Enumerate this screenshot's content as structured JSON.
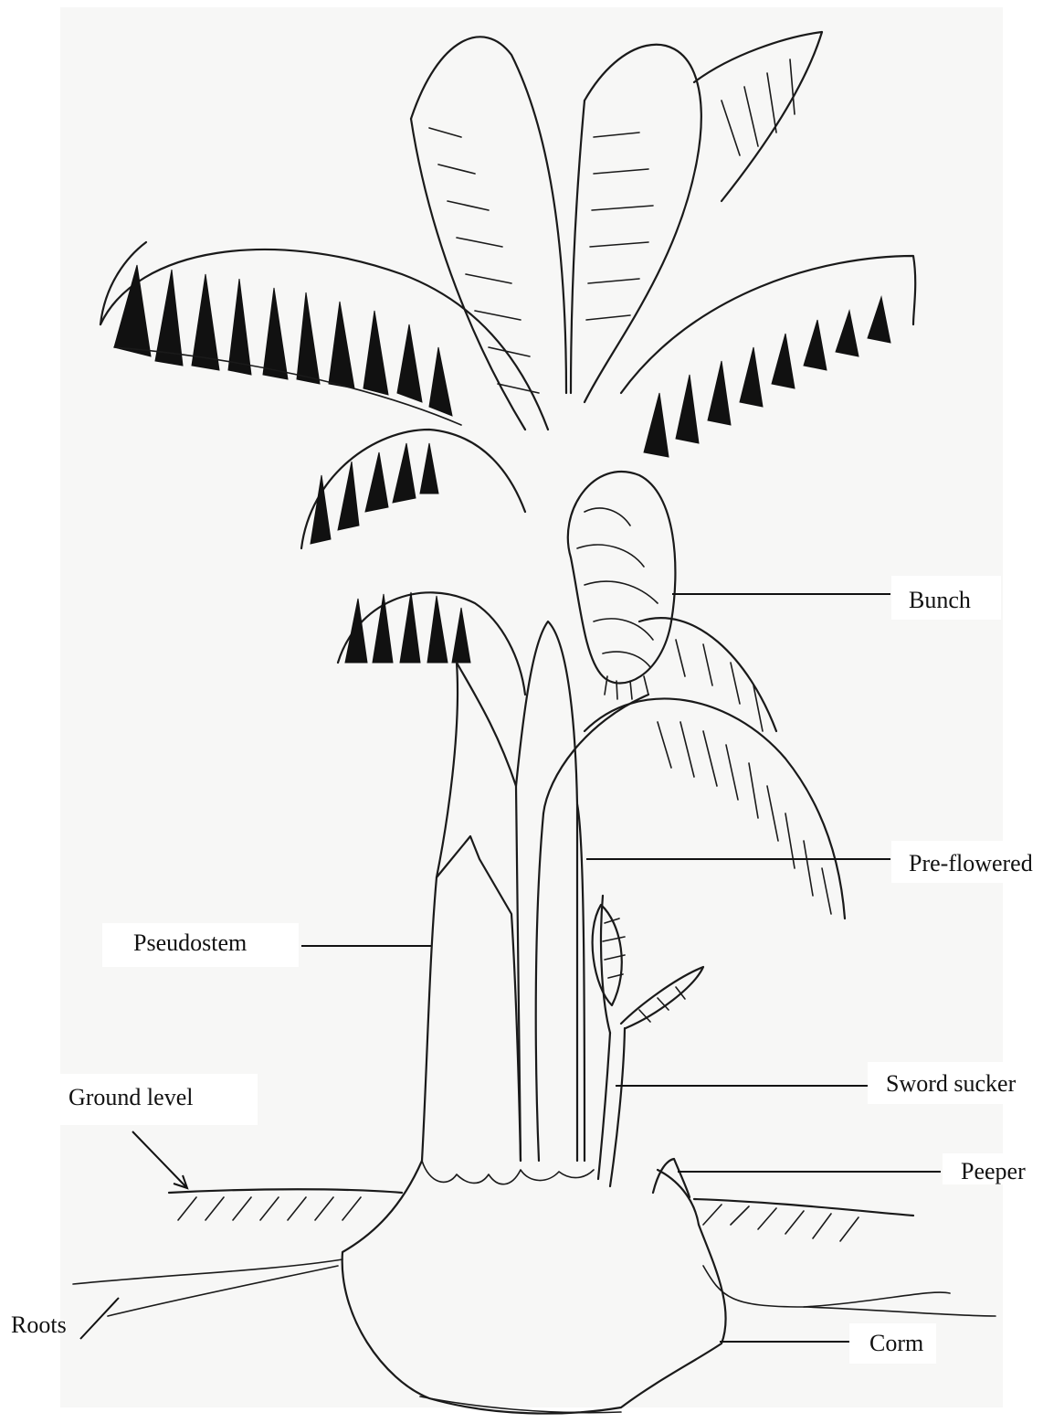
{
  "labels": {
    "bunch": "Bunch",
    "pre_flowered": "Pre-flowered",
    "pseudostem": "Pseudostem",
    "sword_sucker": "Sword sucker",
    "ground_level": "Ground level",
    "peeper": "Peeper",
    "roots": "Roots",
    "corm": "Corm"
  }
}
